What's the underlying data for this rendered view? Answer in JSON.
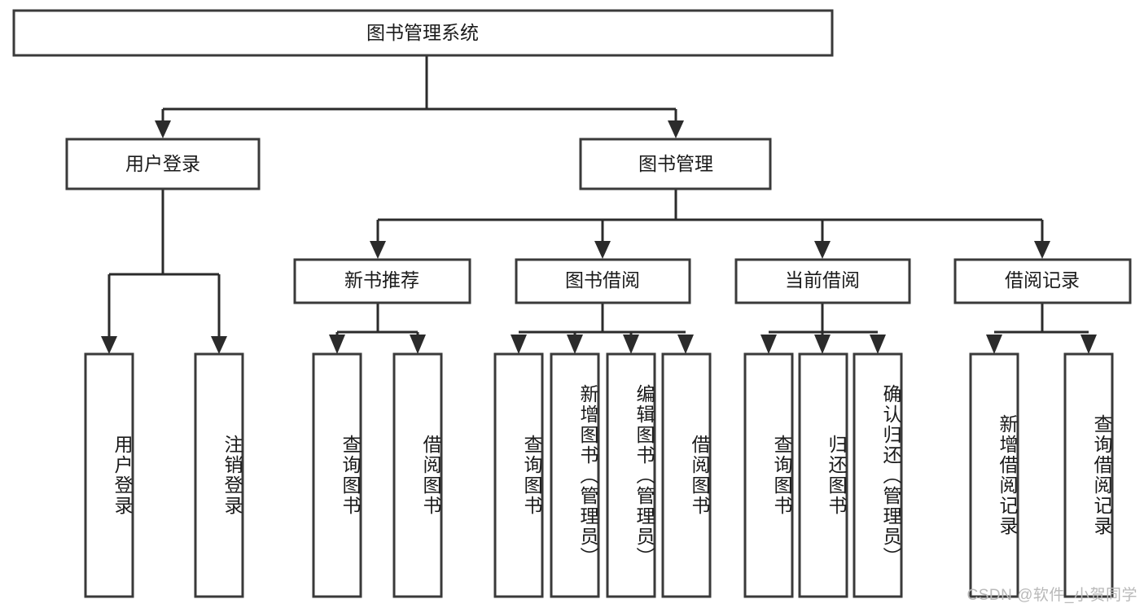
{
  "diagram": {
    "type": "tree-hierarchy",
    "title": "图书管理系统",
    "watermark": "CSDN @软件_小贺同学",
    "colors": {
      "box_stroke": "#3a3a3a",
      "box_fill": "#ffffff",
      "connector": "#2b2b2b",
      "text": "#1a1a1a",
      "watermark": "#b9b9b9",
      "background": "#ffffff"
    },
    "root": {
      "id": "root",
      "label": "图书管理系统"
    },
    "level1": [
      {
        "id": "user-login",
        "label": "用户登录"
      },
      {
        "id": "book-manage",
        "label": "图书管理"
      }
    ],
    "level2": [
      {
        "id": "new-book-recommend",
        "label": "新书推荐",
        "parent": "book-manage"
      },
      {
        "id": "book-borrow",
        "label": "图书借阅",
        "parent": "book-manage"
      },
      {
        "id": "current-borrow",
        "label": "当前借阅",
        "parent": "book-manage"
      },
      {
        "id": "borrow-record",
        "label": "借阅记录",
        "parent": "book-manage"
      }
    ],
    "leaves": [
      {
        "id": "leaf-user-login",
        "label": "用户登录",
        "parent": "user-login"
      },
      {
        "id": "leaf-logout-login",
        "label": "注销登录",
        "parent": "user-login"
      },
      {
        "id": "leaf-query-book-1",
        "label": "查询图书",
        "parent": "new-book-recommend"
      },
      {
        "id": "leaf-borrow-book-1",
        "label": "借阅图书",
        "parent": "new-book-recommend"
      },
      {
        "id": "leaf-query-book-2",
        "label": "查询图书",
        "parent": "book-borrow"
      },
      {
        "id": "leaf-add-book",
        "label": "新增图书（管理员）",
        "parent": "book-borrow"
      },
      {
        "id": "leaf-edit-book",
        "label": "编辑图书（管理员）",
        "parent": "book-borrow"
      },
      {
        "id": "leaf-borrow-book-2",
        "label": "借阅图书",
        "parent": "book-borrow"
      },
      {
        "id": "leaf-query-book-3",
        "label": "查询图书",
        "parent": "current-borrow"
      },
      {
        "id": "leaf-return-book",
        "label": "归还图书",
        "parent": "current-borrow"
      },
      {
        "id": "leaf-confirm-return",
        "label": "确认归还（管理员）",
        "parent": "current-borrow"
      },
      {
        "id": "leaf-add-record",
        "label": "新增借阅记录",
        "parent": "borrow-record"
      },
      {
        "id": "leaf-query-record",
        "label": "查询借阅记录",
        "parent": "borrow-record"
      }
    ]
  }
}
